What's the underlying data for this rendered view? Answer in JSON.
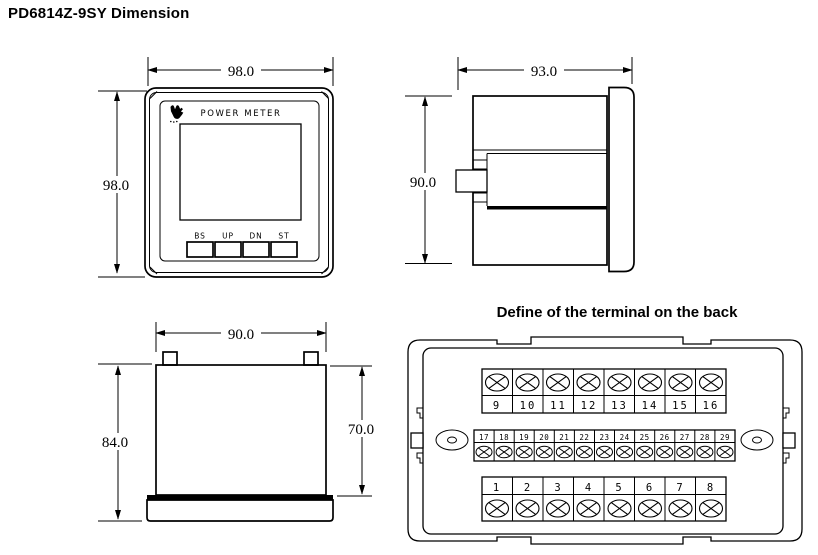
{
  "page": {
    "title": "PD6814Z-9SY Dimension",
    "background_color": "#ffffff",
    "line_color": "#000000"
  },
  "front_view": {
    "name_label": "POWER METER",
    "width_dim": "98.0",
    "height_dim": "98.0",
    "buttons": [
      "BS",
      "UP",
      "DN",
      "ST"
    ],
    "logo": "brand-logo"
  },
  "side_view": {
    "width_dim": "93.0",
    "height_dim": "90.0"
  },
  "bottom_view": {
    "width_dim": "90.0",
    "total_height_dim": "84.0",
    "body_height_dim": "70.0"
  },
  "back_view": {
    "caption": "Define of the terminal on the back",
    "row_top_terminals": [
      "9",
      "10",
      "11",
      "12",
      "13",
      "14",
      "15",
      "16"
    ],
    "row_middle_terminals": [
      "17",
      "18",
      "19",
      "20",
      "21",
      "22",
      "23",
      "24",
      "25",
      "26",
      "27",
      "28",
      "29"
    ],
    "row_bottom_terminals": [
      "1",
      "2",
      "3",
      "4",
      "5",
      "6",
      "7",
      "8"
    ],
    "screw_symbol": "screw-terminal"
  }
}
